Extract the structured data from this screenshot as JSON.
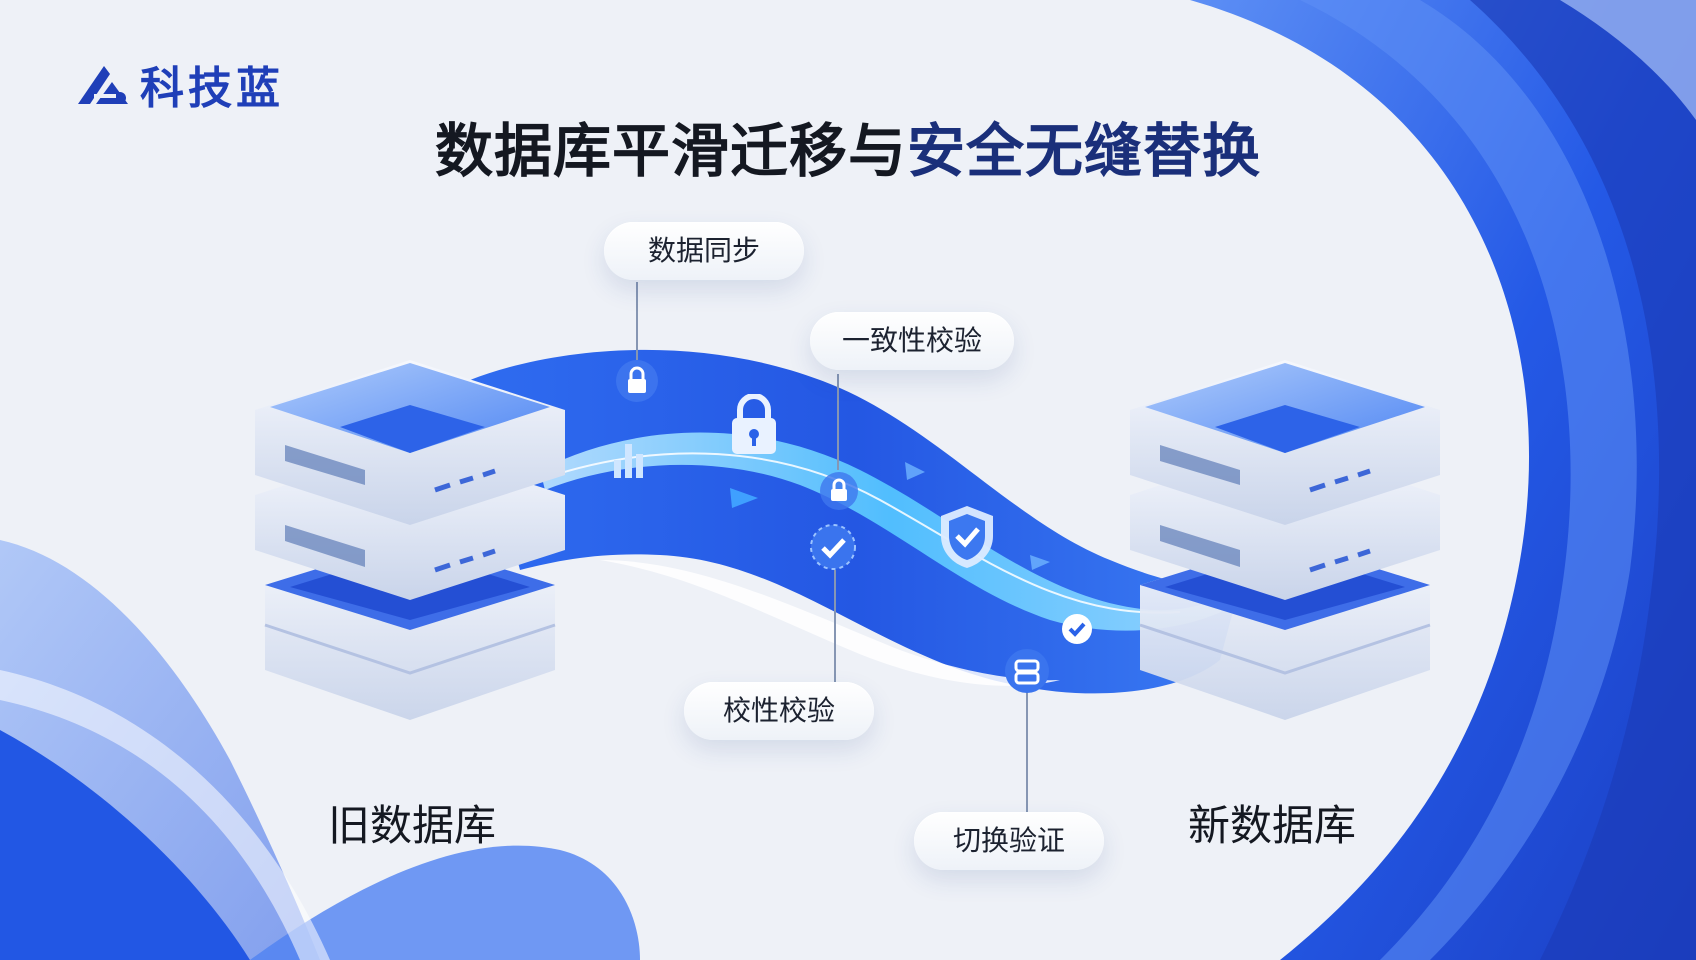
{
  "brand": {
    "name": "科技蓝"
  },
  "title": {
    "main": "数据库平滑迁移与",
    "accent": "安全无缝替换"
  },
  "steps": [
    {
      "label": "数据同步"
    },
    {
      "label": "一致性校验"
    },
    {
      "label": "校性校验"
    },
    {
      "label": "切换验证"
    }
  ],
  "databases": {
    "old": "旧数据库",
    "new": "新数据库"
  },
  "icons": [
    "lock-icon",
    "shield-icon",
    "check-icon",
    "switch-icon",
    "chart-icon",
    "arrow-icon"
  ],
  "colors": {
    "brand": "#1f3fb8",
    "primary": "#2a62e8",
    "accent": "#3fb6ff",
    "background": "#eef1f7"
  }
}
